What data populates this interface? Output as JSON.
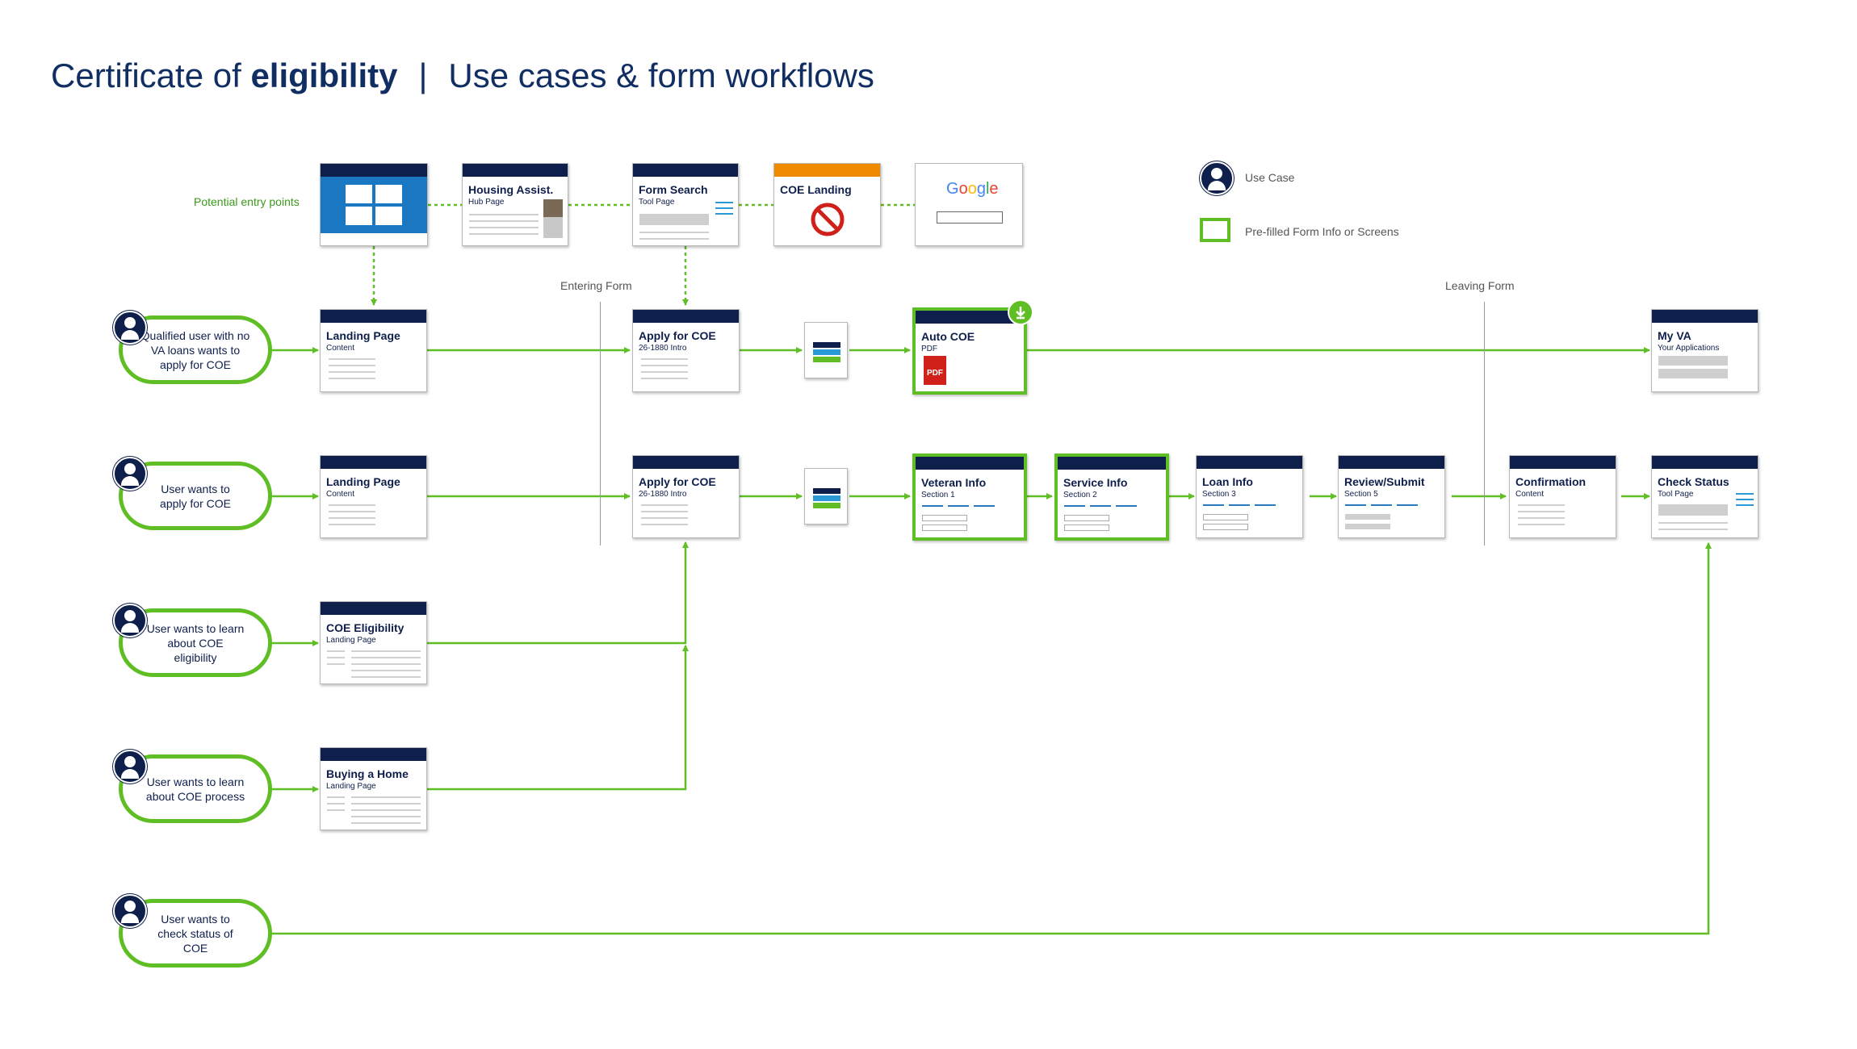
{
  "title": {
    "prefix": "Certificate of",
    "bold": "eligibility",
    "separator": "|",
    "suffix": "Use cases & form workflows"
  },
  "labels": {
    "entry_points": "Potential entry points",
    "entering_form": "Entering Form",
    "leaving_form": "Leaving Form"
  },
  "legend": {
    "use_case": "Use Case",
    "prefilled": "Pre-filled Form Info or Screens"
  },
  "entry_points": {
    "housing": {
      "title": "Housing Assist.",
      "sub": "Hub Page"
    },
    "form_search": {
      "title": "Form Search",
      "sub": "Tool Page"
    },
    "coe_landing": {
      "title": "COE Landing"
    },
    "google": {
      "logo": [
        "G",
        "o",
        "o",
        "g",
        "l",
        "e"
      ]
    }
  },
  "use_cases": [
    "Qualified user with no VA loans wants to apply for COE",
    "User wants to apply for COE",
    "User wants to learn about COE eligibility",
    "User wants to learn about COE process",
    "User wants to check status of COE"
  ],
  "pages": {
    "landing1": {
      "title": "Landing Page",
      "sub": "Content"
    },
    "apply1": {
      "title": "Apply for COE",
      "sub": "26-1880 Intro"
    },
    "auto_coe": {
      "title": "Auto COE",
      "sub": "PDF",
      "badge": "PDF"
    },
    "my_va": {
      "title": "My VA",
      "sub": "Your Applications"
    },
    "landing2": {
      "title": "Landing Page",
      "sub": "Content"
    },
    "apply2": {
      "title": "Apply for COE",
      "sub": "26-1880 Intro"
    },
    "veteran": {
      "title": "Veteran Info",
      "sub": "Section 1"
    },
    "service": {
      "title": "Service Info",
      "sub": "Section 2"
    },
    "loan": {
      "title": "Loan Info",
      "sub": "Section 3"
    },
    "review": {
      "title": "Review/Submit",
      "sub": "Section 5"
    },
    "confirm": {
      "title": "Confirmation",
      "sub": "Content"
    },
    "status": {
      "title": "Check Status",
      "sub": "Tool Page"
    },
    "eligibility": {
      "title": "COE Eligibility",
      "sub": "Landing Page"
    },
    "buying": {
      "title": "Buying a Home",
      "sub": "Landing Page"
    }
  },
  "colors": {
    "navy": "#0f1f4b",
    "green": "#5fbe23",
    "orange": "#f08a00",
    "red": "#d0201a",
    "blue": "#1a78c2"
  }
}
